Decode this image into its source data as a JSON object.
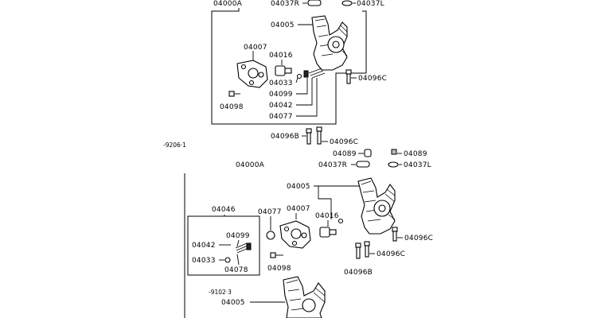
{
  "upper_group": {
    "assembly": "04000A",
    "parts": {
      "p04037R": "04037R",
      "p04037L": "04037L",
      "p04005": "04005",
      "p04007": "04007",
      "p04016": "04016",
      "p04033": "04033",
      "p04099": "04099",
      "p04042": "04042",
      "p04077": "04077",
      "p04098": "04098",
      "p04096C_a": "04096C",
      "p04096B": "04096B",
      "p04096C_b": "04096C"
    }
  },
  "date_code_1": "-9206·1",
  "lower_group": {
    "assembly": "04000A",
    "parts": {
      "p04089_a": "04089",
      "p04089_b": "04089",
      "p04037R": "04037R",
      "p04037L": "04037L",
      "p04005": "04005",
      "p04046": "04046",
      "p04077": "04077",
      "p04007": "04007",
      "p04016": "04016",
      "p04099": "04099",
      "p04042": "04042",
      "p04033": "04033",
      "p04078": "04078",
      "p04098": "04098",
      "p04096C_a": "04096C",
      "p04096C_b": "04096C",
      "p04096B": "04096B"
    }
  },
  "date_code_2": "-9102·3",
  "bottom_group": {
    "p04005": "04005"
  }
}
